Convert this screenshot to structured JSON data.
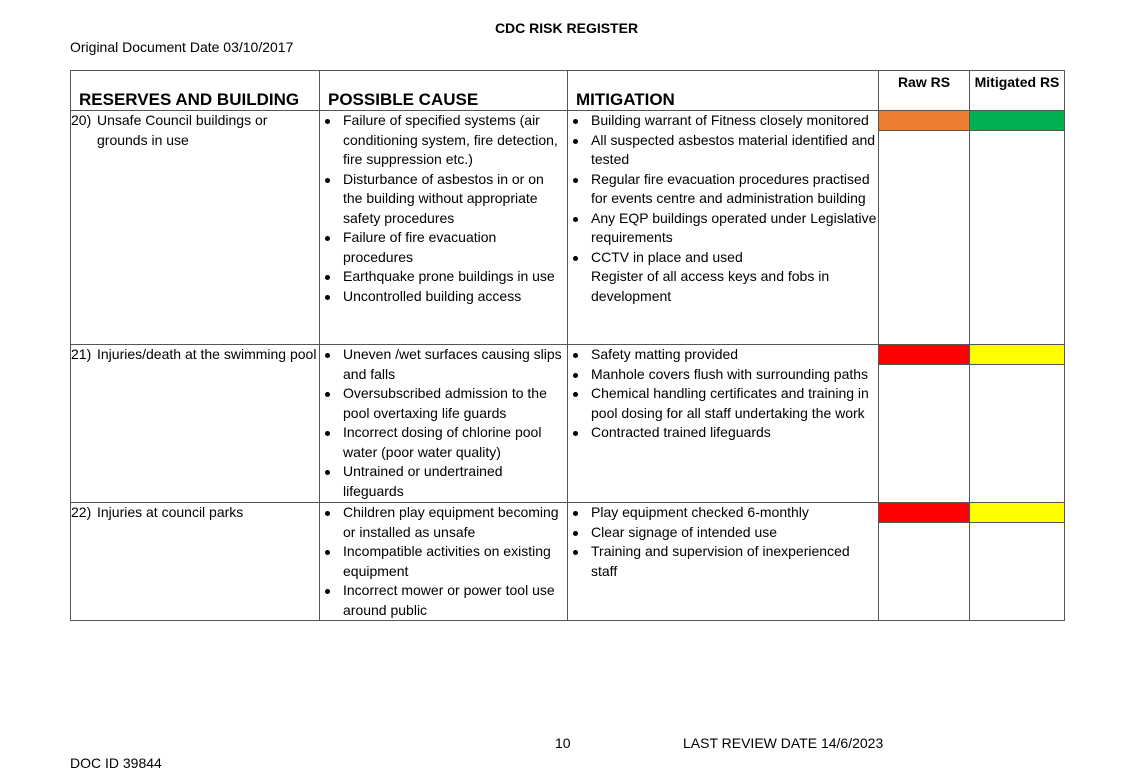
{
  "title": "CDC RISK REGISTER",
  "original_date": "Original Document Date 03/10/2017",
  "table": {
    "headers": {
      "reserves": "RESERVES AND BUILDING",
      "cause": "POSSIBLE CAUSE",
      "mitigation": "MITIGATION",
      "raw_rs": "Raw RS",
      "mitigated_rs": "Mitigated RS"
    },
    "rows": [
      {
        "num": "20)",
        "item": "Unsafe Council buildings or grounds in use",
        "causes": [
          "Failure of specified systems (air conditioning system, fire detection, fire suppression etc.)",
          "Disturbance of asbestos in or on the building without appropriate safety procedures",
          "Failure of fire evacuation procedures",
          "Earthquake prone buildings in use",
          "Uncontrolled building access"
        ],
        "mitigations": [
          "Building warrant of Fitness closely monitored",
          "All suspected asbestos material identified and tested",
          "Regular fire evacuation procedures practised for events centre and administration building",
          "Any EQP buildings operated under Legislative requirements",
          "CCTV in place and used"
        ],
        "mitigation_extra": "Register of all access keys and fobs in development",
        "raw_color": "#ED7D31",
        "mitigated_color": "#00B050"
      },
      {
        "num": "21)",
        "item": "Injuries/death at the swimming pool",
        "causes": [
          "Uneven /wet surfaces causing slips and falls",
          "Oversubscribed admission to the pool overtaxing life guards",
          "Incorrect dosing of chlorine pool water (poor water quality)",
          "Untrained or undertrained lifeguards"
        ],
        "mitigations": [
          "Safety matting provided",
          "Manhole covers flush with surrounding paths",
          "Chemical handling certificates and training in pool dosing for all staff undertaking the work",
          "Contracted trained lifeguards"
        ],
        "raw_color": "#FF0000",
        "mitigated_color": "#FFFF00"
      },
      {
        "num": "22)",
        "item": "Injuries at council parks",
        "causes": [
          "Children play equipment becoming or installed as unsafe",
          "Incompatible activities on existing equipment",
          "Incorrect mower or power tool use around public"
        ],
        "mitigations": [
          "Play equipment checked 6-monthly",
          "Clear signage of intended use",
          "Training and supervision of inexperienced staff"
        ],
        "raw_color": "#FF0000",
        "mitigated_color": "#FFFF00"
      }
    ]
  },
  "footer": {
    "page_number": "10",
    "review_date": "LAST REVIEW DATE 14/6/2023",
    "doc_id": "DOC ID 39844"
  }
}
